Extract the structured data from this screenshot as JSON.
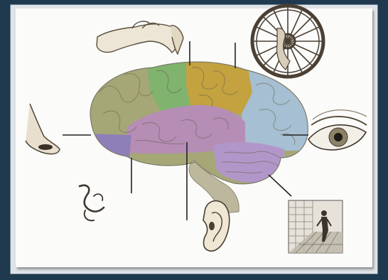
{
  "diagram": {
    "watermark": "",
    "regions": [
      {
        "id": "frontal",
        "color": "#a5a777"
      },
      {
        "id": "motor-strip",
        "color": "#7fb36e"
      },
      {
        "id": "parietal",
        "color": "#c3a23f"
      },
      {
        "id": "occipital",
        "color": "#a6bfd2"
      },
      {
        "id": "temporal",
        "color": "#b58db5"
      },
      {
        "id": "cerebellum",
        "color": "#b197c9"
      },
      {
        "id": "brainstem",
        "color": "#bcb79d"
      },
      {
        "id": "olfactory",
        "color": "#8f7fb8"
      }
    ],
    "senses": [
      {
        "id": "touch",
        "icon": "hand-icon"
      },
      {
        "id": "motion",
        "icon": "wheel-icon"
      },
      {
        "id": "smell",
        "icon": "nose-icon"
      },
      {
        "id": "sight",
        "icon": "eye-icon"
      },
      {
        "id": "taste",
        "icon": "tongue-icon"
      },
      {
        "id": "hearing",
        "icon": "ear-icon"
      },
      {
        "id": "space",
        "icon": "figure-in-room-icon"
      }
    ]
  }
}
